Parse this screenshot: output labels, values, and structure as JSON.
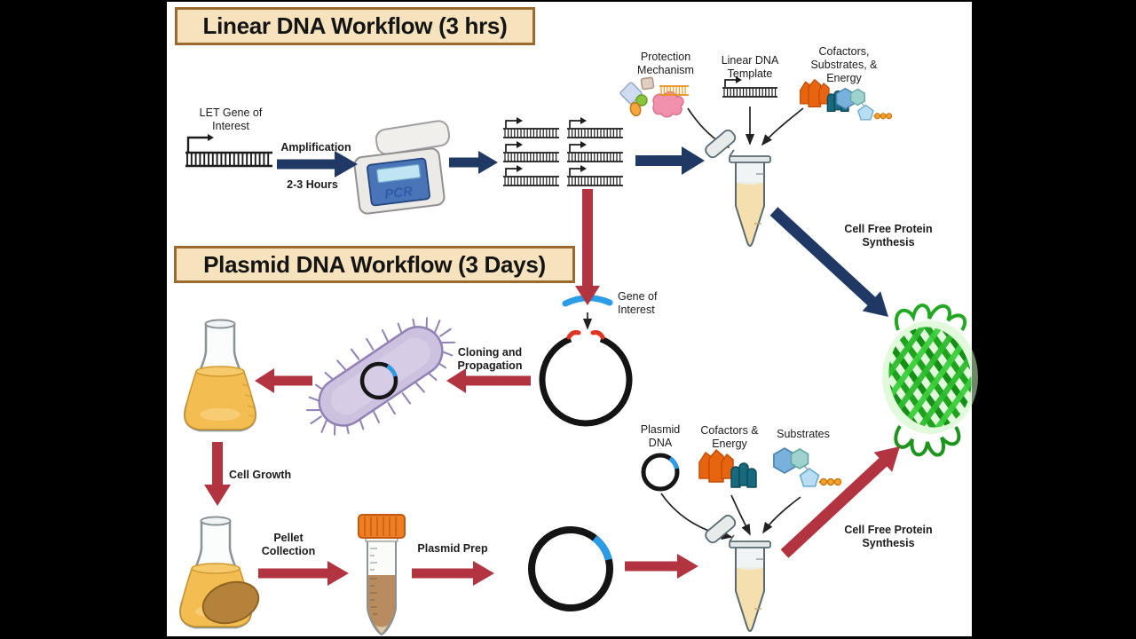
{
  "canvas": {
    "background": "#000000",
    "content_background": "#ffffff"
  },
  "colors": {
    "title_box_bg": "#f6e2bc",
    "title_box_border": "#9a6a2f",
    "navy_arrow": "#1f3864",
    "red_arrow": "#b23441",
    "dna_black": "#1c1c1c",
    "insert_blue": "#2a9ce8",
    "gfp_green_dark": "#1fa31f",
    "gfp_green_light": "#3bcf3b",
    "bacterium_purple": "#cdc1e0",
    "bacterium_border": "#9181b5",
    "flask_liquid_amber": "#f3bd52",
    "tube_liquid_cream": "#f6dfae",
    "falcon_cap_orange": "#ef7d22",
    "pellet_brown": "#b5823b",
    "protection_pink": "#f291ad",
    "cofactor_orange": "#e9640f",
    "cofactor_teal": "#17697d",
    "substrate_blue": "#79b1dd",
    "pcr_panel_blue": "#4a74b8",
    "pcr_screen_blue": "#bfe4f2"
  },
  "linear_workflow": {
    "title": "Linear DNA Workflow (3 hrs)",
    "let_gene_label": "LET Gene of\nInterest",
    "amplification_label": "Amplification",
    "duration_label": "2-3 Hours",
    "pcr_label": "PCR",
    "protection_label": "Protection\nMechanism",
    "template_label": "Linear DNA\nTemplate",
    "cofactors_label": "Cofactors,\nSubstrates, &\nEnergy",
    "cfps_label": "Cell Free Protein\nSynthesis"
  },
  "plasmid_workflow": {
    "title": "Plasmid DNA Workflow (3 Days)",
    "gene_of_interest_label": "Gene of\nInterest",
    "cloning_label": "Cloning and\nPropagation",
    "cell_growth_label": "Cell Growth",
    "pellet_label": "Pellet\nCollection",
    "plasmid_prep_label": "Plasmid Prep",
    "plasmid_dna_label": "Plasmid\nDNA",
    "cofactors_label": "Cofactors &\nEnergy",
    "substrates_label": "Substrates",
    "cfps_label": "Cell Free Protein\nSynthesis"
  },
  "icons": {
    "dna_ladder": "double-stranded-dna-with-promoter-arrow",
    "pcr_machine": "thermocycler",
    "microcentrifuge_tube": "open-eppendorf-tube-with-reaction-mix",
    "protection_icons": "diamond-square-orange-dna-enzymes-pink-protein-blob",
    "cofactor_crystals": "orange-and-teal-crystal-clusters",
    "substrate_molecules": "hexagon-sugar-pentagon-with-phosphate-chain",
    "plasmid_circle": "black-ring-with-blue-insert",
    "bacterium": "purple-rod-bacterium-with-pili",
    "erlenmeyer_flask": "flask-with-amber-culture",
    "falcon_tube": "orange-cap-conical-tube-with-cell-pellet",
    "gfp_protein": "green-fluorescent-protein-beta-barrel"
  }
}
